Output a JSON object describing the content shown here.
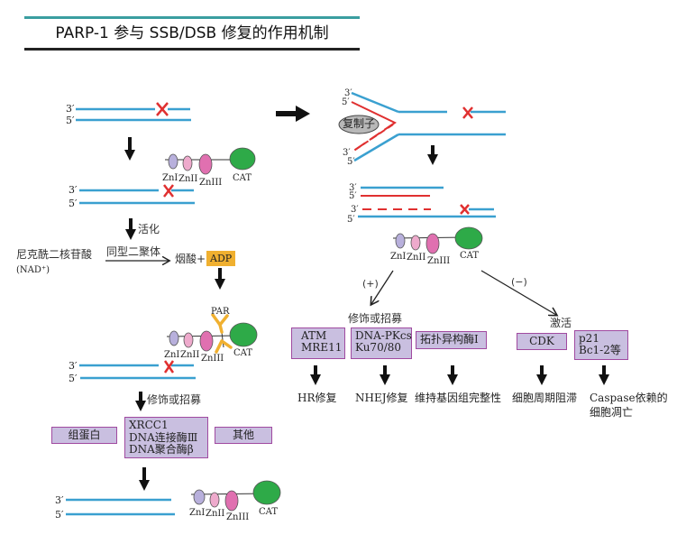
{
  "title": "PARP-1 参与 SSB/DSB 修复的作用机制",
  "strand_labels": {
    "three_prime": "3′",
    "five_prime": "5′"
  },
  "domains": {
    "zn1": "ZnI",
    "zn2": "ZnII",
    "zn3": "ZnIII",
    "cat": "CAT",
    "par": "PAR"
  },
  "colors": {
    "dna_strand": "#3aa0d0",
    "break_mark": "#e03030",
    "new_strand": "#e03030",
    "zn1": "#b8b0dc",
    "zn2": "#eeaacc",
    "zn3": "#e070b0",
    "cat": "#2eaa48",
    "par": "#f0b030",
    "box_fill": "#c9bfe0",
    "box_border": "#a04aa0",
    "title_rule": "#3a9ea0"
  },
  "left_pathway": {
    "activate_label": "活化",
    "substrate": "尼克酰二核苷酸",
    "substrate_abbr": "(NAD⁺)",
    "enzyme_label": "同型二聚体",
    "product": "烟酸+",
    "product_adp": "ADP",
    "modify_label": "修饰或招募",
    "boxes": [
      "组蛋白",
      "XRCC1\nDNA连接酶Ⅲ\nDNA聚合酶β",
      "其他"
    ],
    "box_lines": {
      "xrcc1": "XRCC1",
      "lig3": "DNA连接酶Ⅲ",
      "polb": "DNA聚合酶β"
    }
  },
  "right_pathway": {
    "replisome": "复制子",
    "positive_sign": "(+)",
    "negative_sign": "(−)",
    "modify_label": "修饰或招募",
    "activate_label": "激活",
    "boxes": [
      {
        "line1": "ATM",
        "line2": "MRE11"
      },
      {
        "line1": "DNA-PKcs",
        "line2": "Ku70/80"
      },
      {
        "line1": "拓扑异构酶I",
        "line2": ""
      },
      {
        "line1": "CDK",
        "line2": ""
      },
      {
        "line1": "p21",
        "line2": "Bc1-2等"
      }
    ],
    "outcomes": [
      "HR修复",
      "NHEJ修复",
      "维持基因组完整性",
      "细胞周期阻滞",
      "Caspase依赖的",
      "细胞凋亡"
    ]
  }
}
